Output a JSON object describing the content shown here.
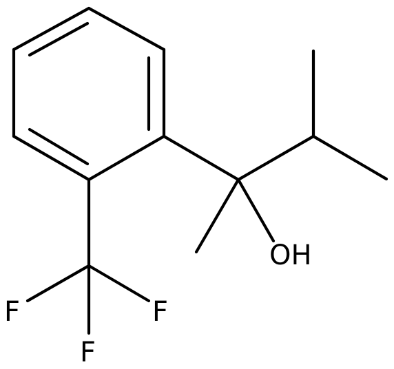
{
  "molecule": {
    "atom_labels": {
      "hydroxyl": "OH",
      "fluorine_left": "F",
      "fluorine_right": "F",
      "fluorine_bottom": "F"
    },
    "colors": {
      "bond": "#000000",
      "label": "#000000",
      "background": "#ffffff"
    }
  }
}
